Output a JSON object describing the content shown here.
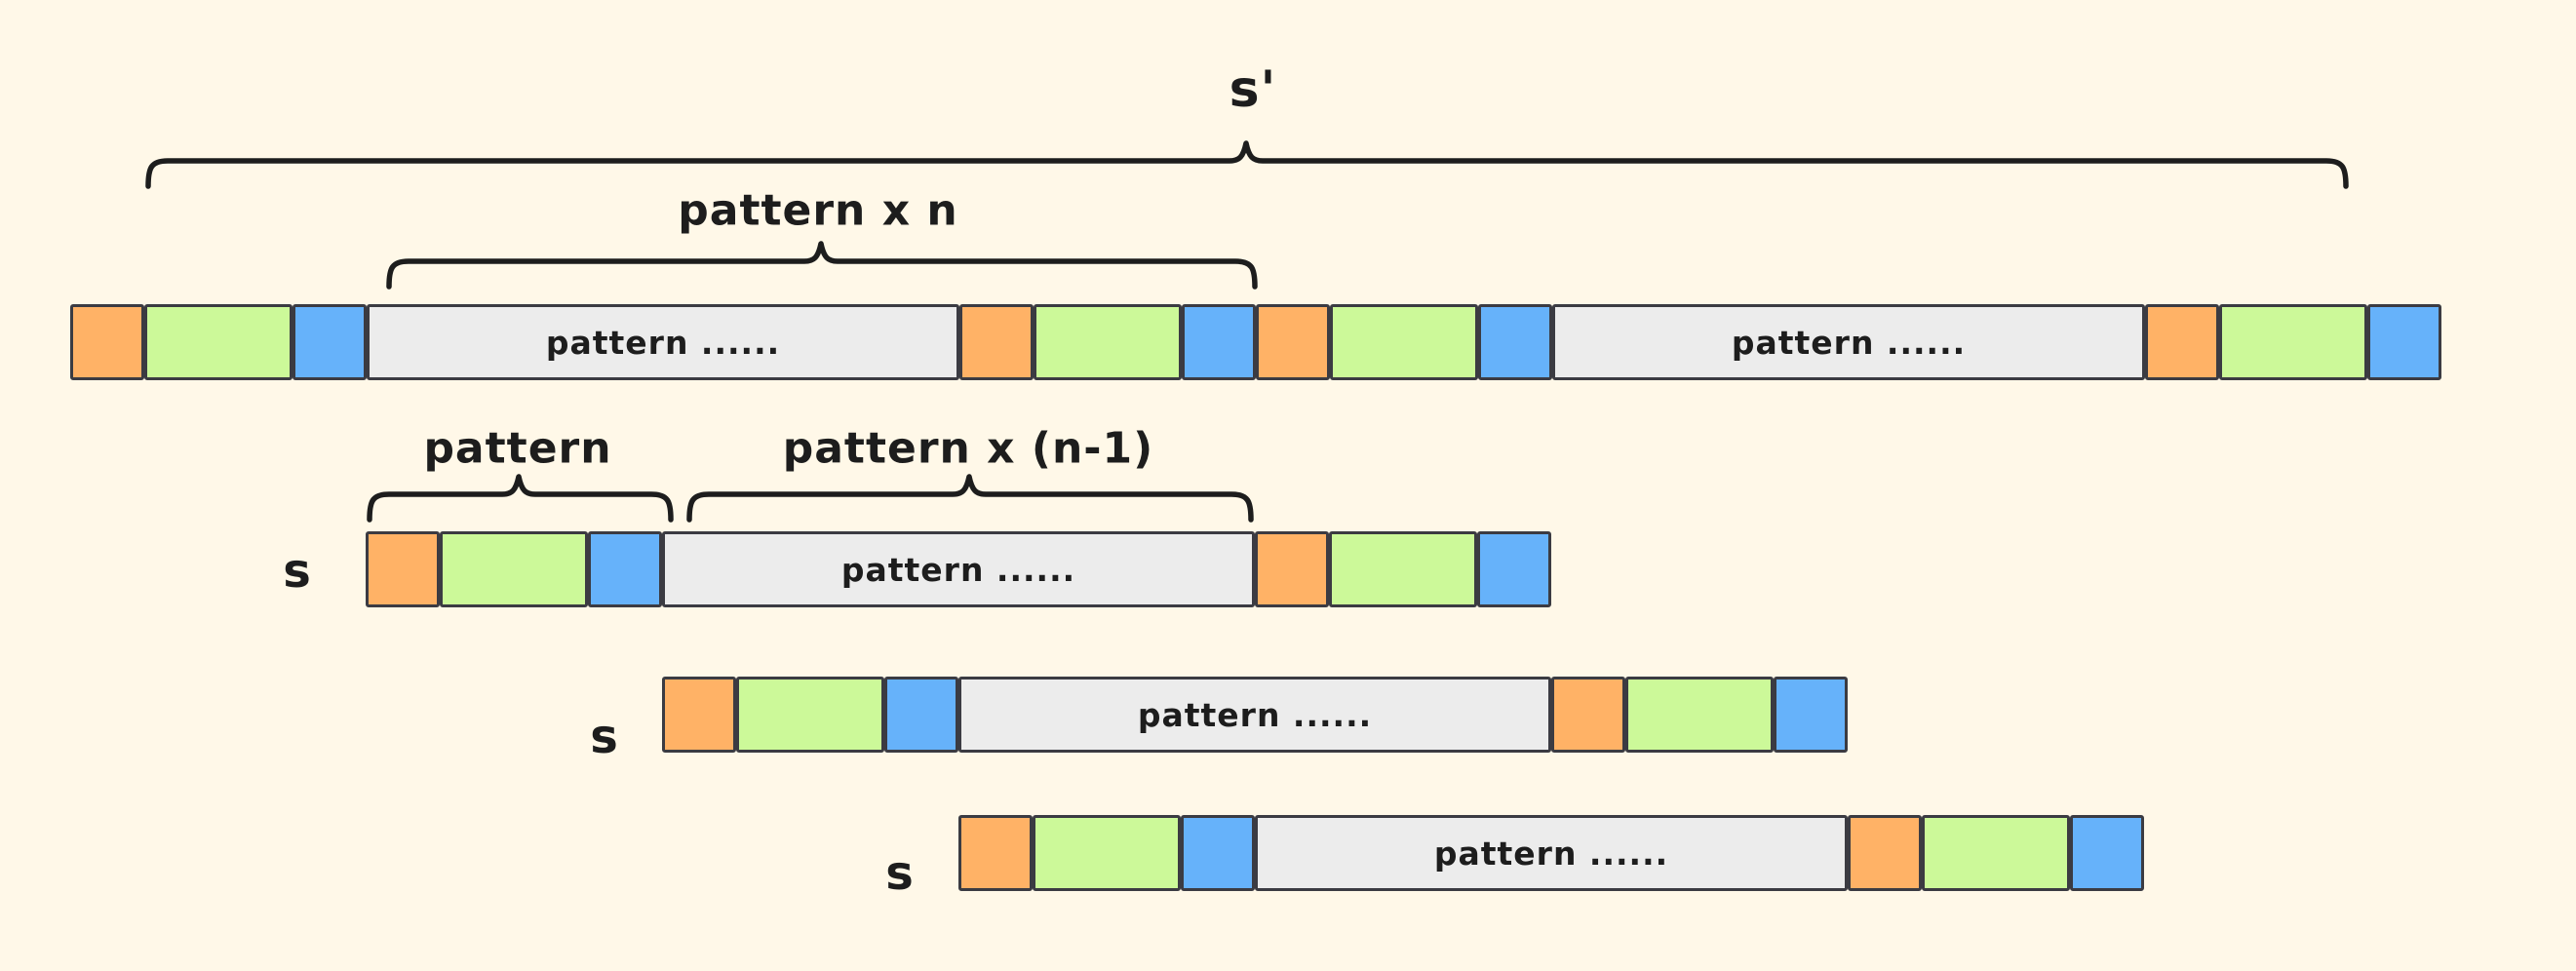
{
  "colors": {
    "background": "#FFF8E8",
    "orange": "#FFB266",
    "green": "#CCF999",
    "blue": "#66B2FA",
    "pattern_gray": "#ECECEC",
    "segment_border": "#3B3B42",
    "ink": "#1D1D1D"
  },
  "labels": {
    "s_prime": "s'",
    "pattern_x_n": "pattern x n",
    "pattern": "pattern",
    "pattern_x_n_minus_1": "pattern x (n-1)",
    "pattern_ellipsis": "pattern ......"
  },
  "rows": [
    {
      "name": "s-prime-bar",
      "label": null,
      "segments": [
        "orange",
        "green",
        "blue",
        "pattern",
        "orange",
        "green",
        "blue",
        "orange",
        "green",
        "blue",
        "pattern",
        "orange",
        "green",
        "blue"
      ]
    },
    {
      "name": "s-bar-1",
      "label": "s",
      "segments": [
        "orange",
        "green",
        "blue",
        "pattern",
        "orange",
        "green",
        "blue"
      ]
    },
    {
      "name": "s-bar-2",
      "label": "s",
      "segments": [
        "orange",
        "green",
        "blue",
        "pattern",
        "orange",
        "green",
        "blue"
      ]
    },
    {
      "name": "s-bar-3",
      "label": "s",
      "segments": [
        "orange",
        "green",
        "blue",
        "pattern",
        "orange",
        "green",
        "blue"
      ]
    }
  ]
}
